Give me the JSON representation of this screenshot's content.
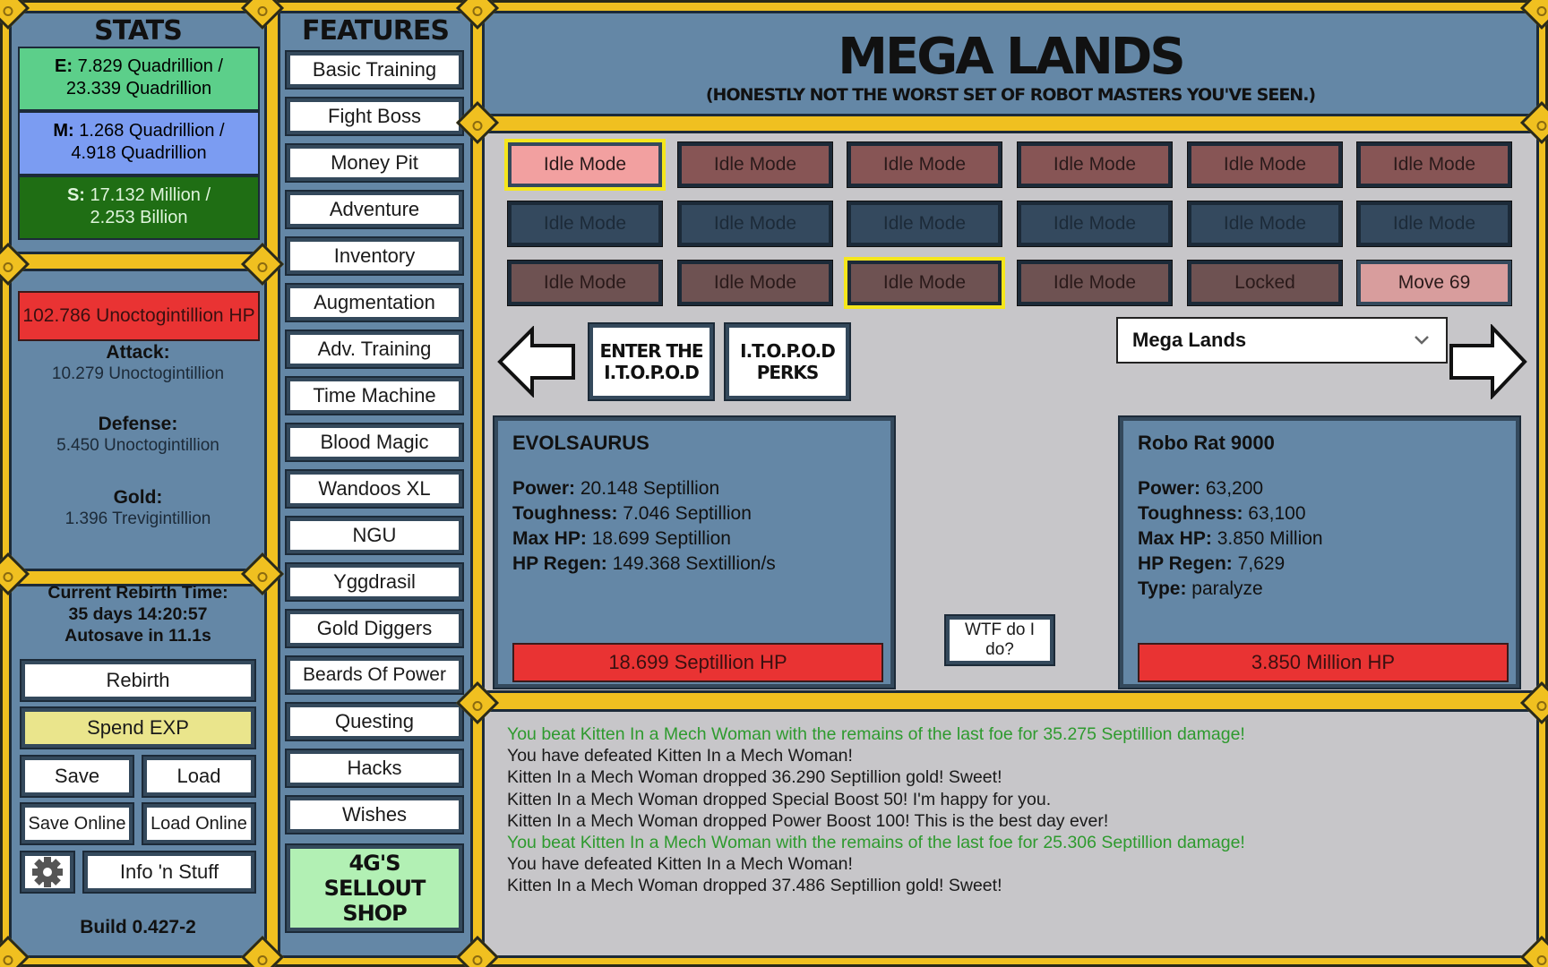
{
  "stats": {
    "title": "STATS",
    "energy": {
      "label": "E:",
      "value": "7.829 Quadrillion /",
      "max": "23.339 Quadrillion",
      "color": "#5ccf8a"
    },
    "magic": {
      "label": "M:",
      "value": "1.268 Quadrillion /",
      "max": "4.918 Quadrillion",
      "color": "#7b9cf2"
    },
    "resource3": {
      "label": "S:",
      "value": "17.132 Million /",
      "max": "2.253 Billion",
      "color": "#1f6e14"
    }
  },
  "player": {
    "hp": "102.786 Unoctogintillion HP",
    "attack_label": "Attack:",
    "attack": "10.279 Unoctogintillion",
    "defense_label": "Defense:",
    "defense": "5.450 Unoctogintillion",
    "gold_label": "Gold:",
    "gold": "1.396 Trevigintillion"
  },
  "rebirth": {
    "label": "Current Rebirth Time:",
    "time": "35 days 14:20:57",
    "autosave": "Autosave in 11.1s"
  },
  "controls": {
    "rebirth": "Rebirth",
    "spend_exp": "Spend EXP",
    "save": "Save",
    "load": "Load",
    "save_online": "Save Online",
    "load_online": "Load Online",
    "info": "Info 'n Stuff",
    "build": "Build 0.427-2"
  },
  "features": {
    "title": "FEATURES",
    "items": [
      "Basic Training",
      "Fight Boss",
      "Money Pit",
      "Adventure",
      "Inventory",
      "Augmentation",
      "Adv. Training",
      "Time Machine",
      "Blood Magic",
      "Wandoos XL",
      "NGU",
      "Yggdrasil",
      "Gold Diggers",
      "Beards Of Power",
      "Questing",
      "Hacks",
      "Wishes"
    ],
    "shop": [
      "4G'S",
      "SELLOUT",
      "SHOP"
    ]
  },
  "zone": {
    "title": "MEGA LANDS",
    "subtitle": "(HONESTLY NOT THE WORST SET OF ROBOT MASTERS YOU'VE SEEN.)",
    "selected": "Mega Lands"
  },
  "moves": {
    "row1": [
      "Idle Mode",
      "Idle Mode",
      "Idle Mode",
      "Idle Mode",
      "Idle Mode",
      "Idle Mode"
    ],
    "row2": [
      "Idle Mode",
      "Idle Mode",
      "Idle Mode",
      "Idle Mode",
      "Idle Mode",
      "Idle Mode"
    ],
    "row3": [
      "Idle Mode",
      "Idle Mode",
      "Idle Mode",
      "Idle Mode",
      "Locked",
      "Move 69"
    ]
  },
  "itopod": {
    "enter": [
      "ENTER THE",
      "I.T.O.P.O.D"
    ],
    "perks": [
      "I.T.O.P.O.D",
      "PERKS"
    ]
  },
  "player_card": {
    "name": "EVOLSAURUS",
    "power_label": "Power:",
    "power": "20.148 Septillion",
    "toughness_label": "Toughness:",
    "toughness": "7.046 Septillion",
    "maxhp_label": "Max HP:",
    "maxhp": "18.699 Septillion",
    "regen_label": "HP Regen:",
    "regen": "149.368 Sextillion/s",
    "hp": "18.699 Septillion HP"
  },
  "enemy_card": {
    "name": "Robo Rat 9000",
    "power_label": "Power:",
    "power": "63,200",
    "toughness_label": "Toughness:",
    "toughness": "63,100",
    "maxhp_label": "Max HP:",
    "maxhp": "3.850 Million",
    "regen_label": "HP Regen:",
    "regen": "7,629",
    "type_label": "Type:",
    "type": "paralyze",
    "hp": "3.850 Million HP"
  },
  "help_button": [
    "WTF do I",
    "do?"
  ],
  "log": [
    {
      "text": "You beat Kitten In a Mech Woman with the remains of the last foe for 35.275 Septillion damage!",
      "green": true
    },
    {
      "text": "You have defeated Kitten In a Mech Woman!",
      "green": false
    },
    {
      "text": "Kitten In a Mech Woman dropped 36.290 Septillion gold! Sweet!",
      "green": false
    },
    {
      "text": "Kitten In a Mech Woman dropped Special Boost 50! I'm happy for you.",
      "green": false
    },
    {
      "text": "Kitten In a Mech Woman dropped Power Boost 100! This is the best day ever!",
      "green": false
    },
    {
      "text": "You beat Kitten In a Mech Woman with the remains of the last foe for 25.306 Septillion damage!",
      "green": true
    },
    {
      "text": "You have defeated Kitten In a Mech Woman!",
      "green": false
    },
    {
      "text": "Kitten In a Mech Woman dropped 37.486 Septillion gold! Sweet!",
      "green": false
    }
  ]
}
